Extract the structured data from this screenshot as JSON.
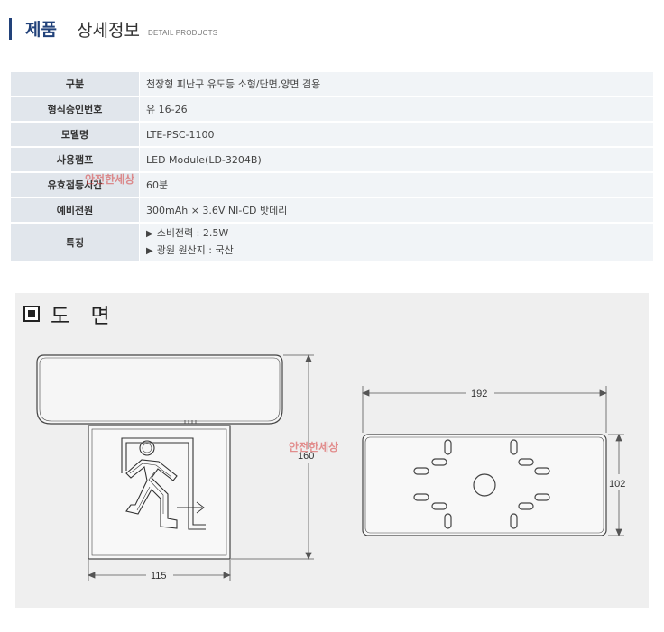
{
  "header": {
    "title_bold": "제품",
    "title_rest": "상세정보",
    "subtitle": "DETAIL PRODUCTS"
  },
  "spec_rows": [
    {
      "label": "구분",
      "value": "천장형 피난구 유도등 소형/단면,양면 겸용"
    },
    {
      "label": "형식승인번호",
      "value": "유 16-26"
    },
    {
      "label": "모델명",
      "value": "LTE-PSC-1100"
    },
    {
      "label": "사용램프",
      "value": "LED Module(LD-3204B)"
    },
    {
      "label": "유효점등시간",
      "value": "60분"
    },
    {
      "label": "예비전원",
      "value": "300mAh × 3.6V NI-CD 밧데리"
    }
  ],
  "feature_row": {
    "label": "특징",
    "lines": [
      "소비전력 : 2.5W",
      "광원 원산지 : 국산"
    ]
  },
  "drawing": {
    "title": "도 면",
    "dim_height": "160",
    "dim_width_front": "115",
    "dim_width_top": "192",
    "dim_depth_top": "102"
  },
  "watermark": {
    "text": "안전한세상"
  }
}
